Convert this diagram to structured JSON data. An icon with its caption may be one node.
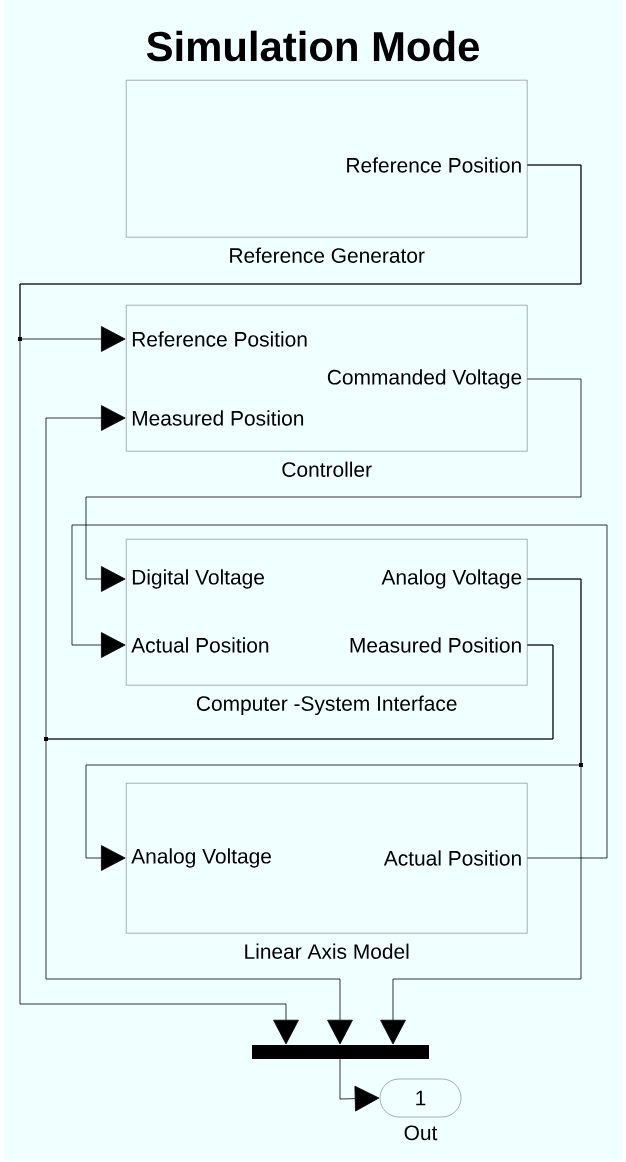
{
  "diagram": {
    "title": "Simulation Mode",
    "nodes": [
      {
        "text": [
          "Reference Generator"
        ]
      },
      {
        "text": [
          "Reference Position"
        ],
        "in": 0
      },
      {
        "text": [
          "Controller"
        ]
      },
      {
        "text": [
          "Reference Position"
        ],
        "in": 2
      },
      {
        "text": [
          "Commanded Voltage"
        ],
        "in": 2
      },
      {
        "text": [
          "Measured Position"
        ],
        "in": 2
      },
      {
        "text": [
          "Computer -System Interface"
        ]
      },
      {
        "text": [
          "Digital Voltage"
        ],
        "in": 6
      },
      {
        "text": [
          "Analog Voltage"
        ],
        "in": 6
      },
      {
        "text": [
          "Actual Position"
        ],
        "in": 6
      },
      {
        "text": [
          "Measured Position"
        ],
        "in": 6
      },
      {
        "text": [
          "Linear Axis Model"
        ]
      },
      {
        "text": [
          "Analog Voltage"
        ],
        "in": 11
      },
      {
        "text": [
          "Actual Position"
        ],
        "in": 11
      },
      {
        "text": [],
        "shape": "bar"
      },
      {
        "text": [
          "1"
        ],
        "beside": [
          "Out"
        ]
      }
    ],
    "edges": [
      {
        "from": 1,
        "to": 3,
        "arrow": "to"
      },
      {
        "from": 1,
        "to": 14,
        "arrow": "to"
      },
      {
        "from": 4,
        "to": 7,
        "arrow": "to"
      },
      {
        "from": 8,
        "to": 12,
        "arrow": "to"
      },
      {
        "from": 8,
        "to": 14,
        "arrow": "to"
      },
      {
        "from": 10,
        "to": 5,
        "arrow": "to"
      },
      {
        "from": 10,
        "to": 14,
        "arrow": "to"
      },
      {
        "from": 13,
        "to": 9,
        "arrow": "to"
      },
      {
        "from": 14,
        "to": 15,
        "arrow": "to"
      }
    ]
  }
}
